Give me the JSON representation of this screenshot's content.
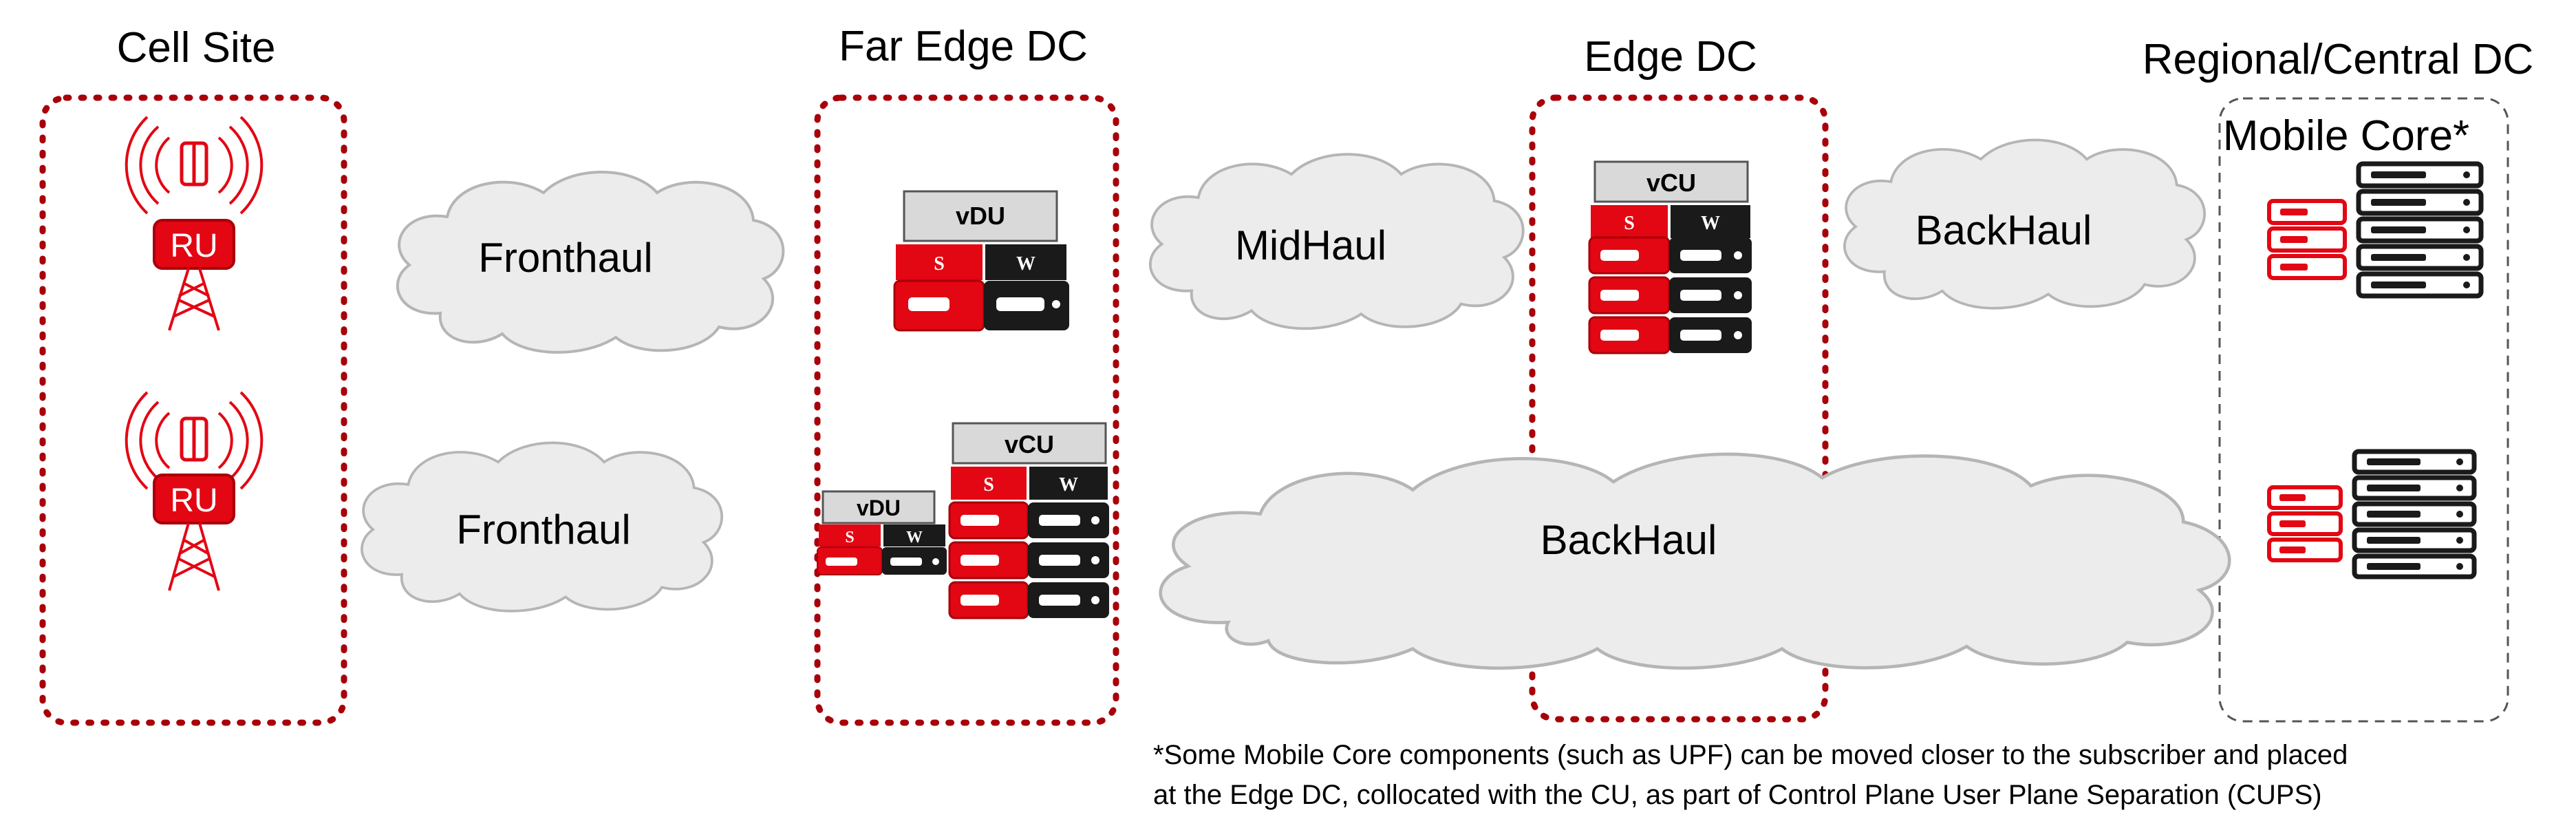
{
  "titles": {
    "cell_site": "Cell Site",
    "far_edge": "Far Edge DC",
    "edge": "Edge DC",
    "regional": "Regional/Central DC",
    "mobile_core": "Mobile Core*"
  },
  "clouds": {
    "fronthaul_top": "Fronthaul",
    "fronthaul_bottom": "Fronthaul",
    "midhaul": "MidHaul",
    "backhaul_top": "BackHaul",
    "backhaul_bottom": "BackHaul"
  },
  "ru_label": "RU",
  "units": {
    "vdu": "vDU",
    "vcu": "vCU",
    "s": "S",
    "w": "W"
  },
  "footnote": {
    "line1": "*Some Mobile Core components (such as UPF) can be moved closer to the subscriber and placed",
    "line2": "at the Edge DC, collocated with the CU, as part of Control Plane User Plane Separation (CUPS)"
  },
  "colors": {
    "red": "#e30613",
    "dark_red": "#a8000a",
    "black": "#1a1a1a",
    "cloud_fill": "#ececec",
    "cloud_stroke": "#b5b5b5",
    "box_gray": "#d9d9d9"
  }
}
